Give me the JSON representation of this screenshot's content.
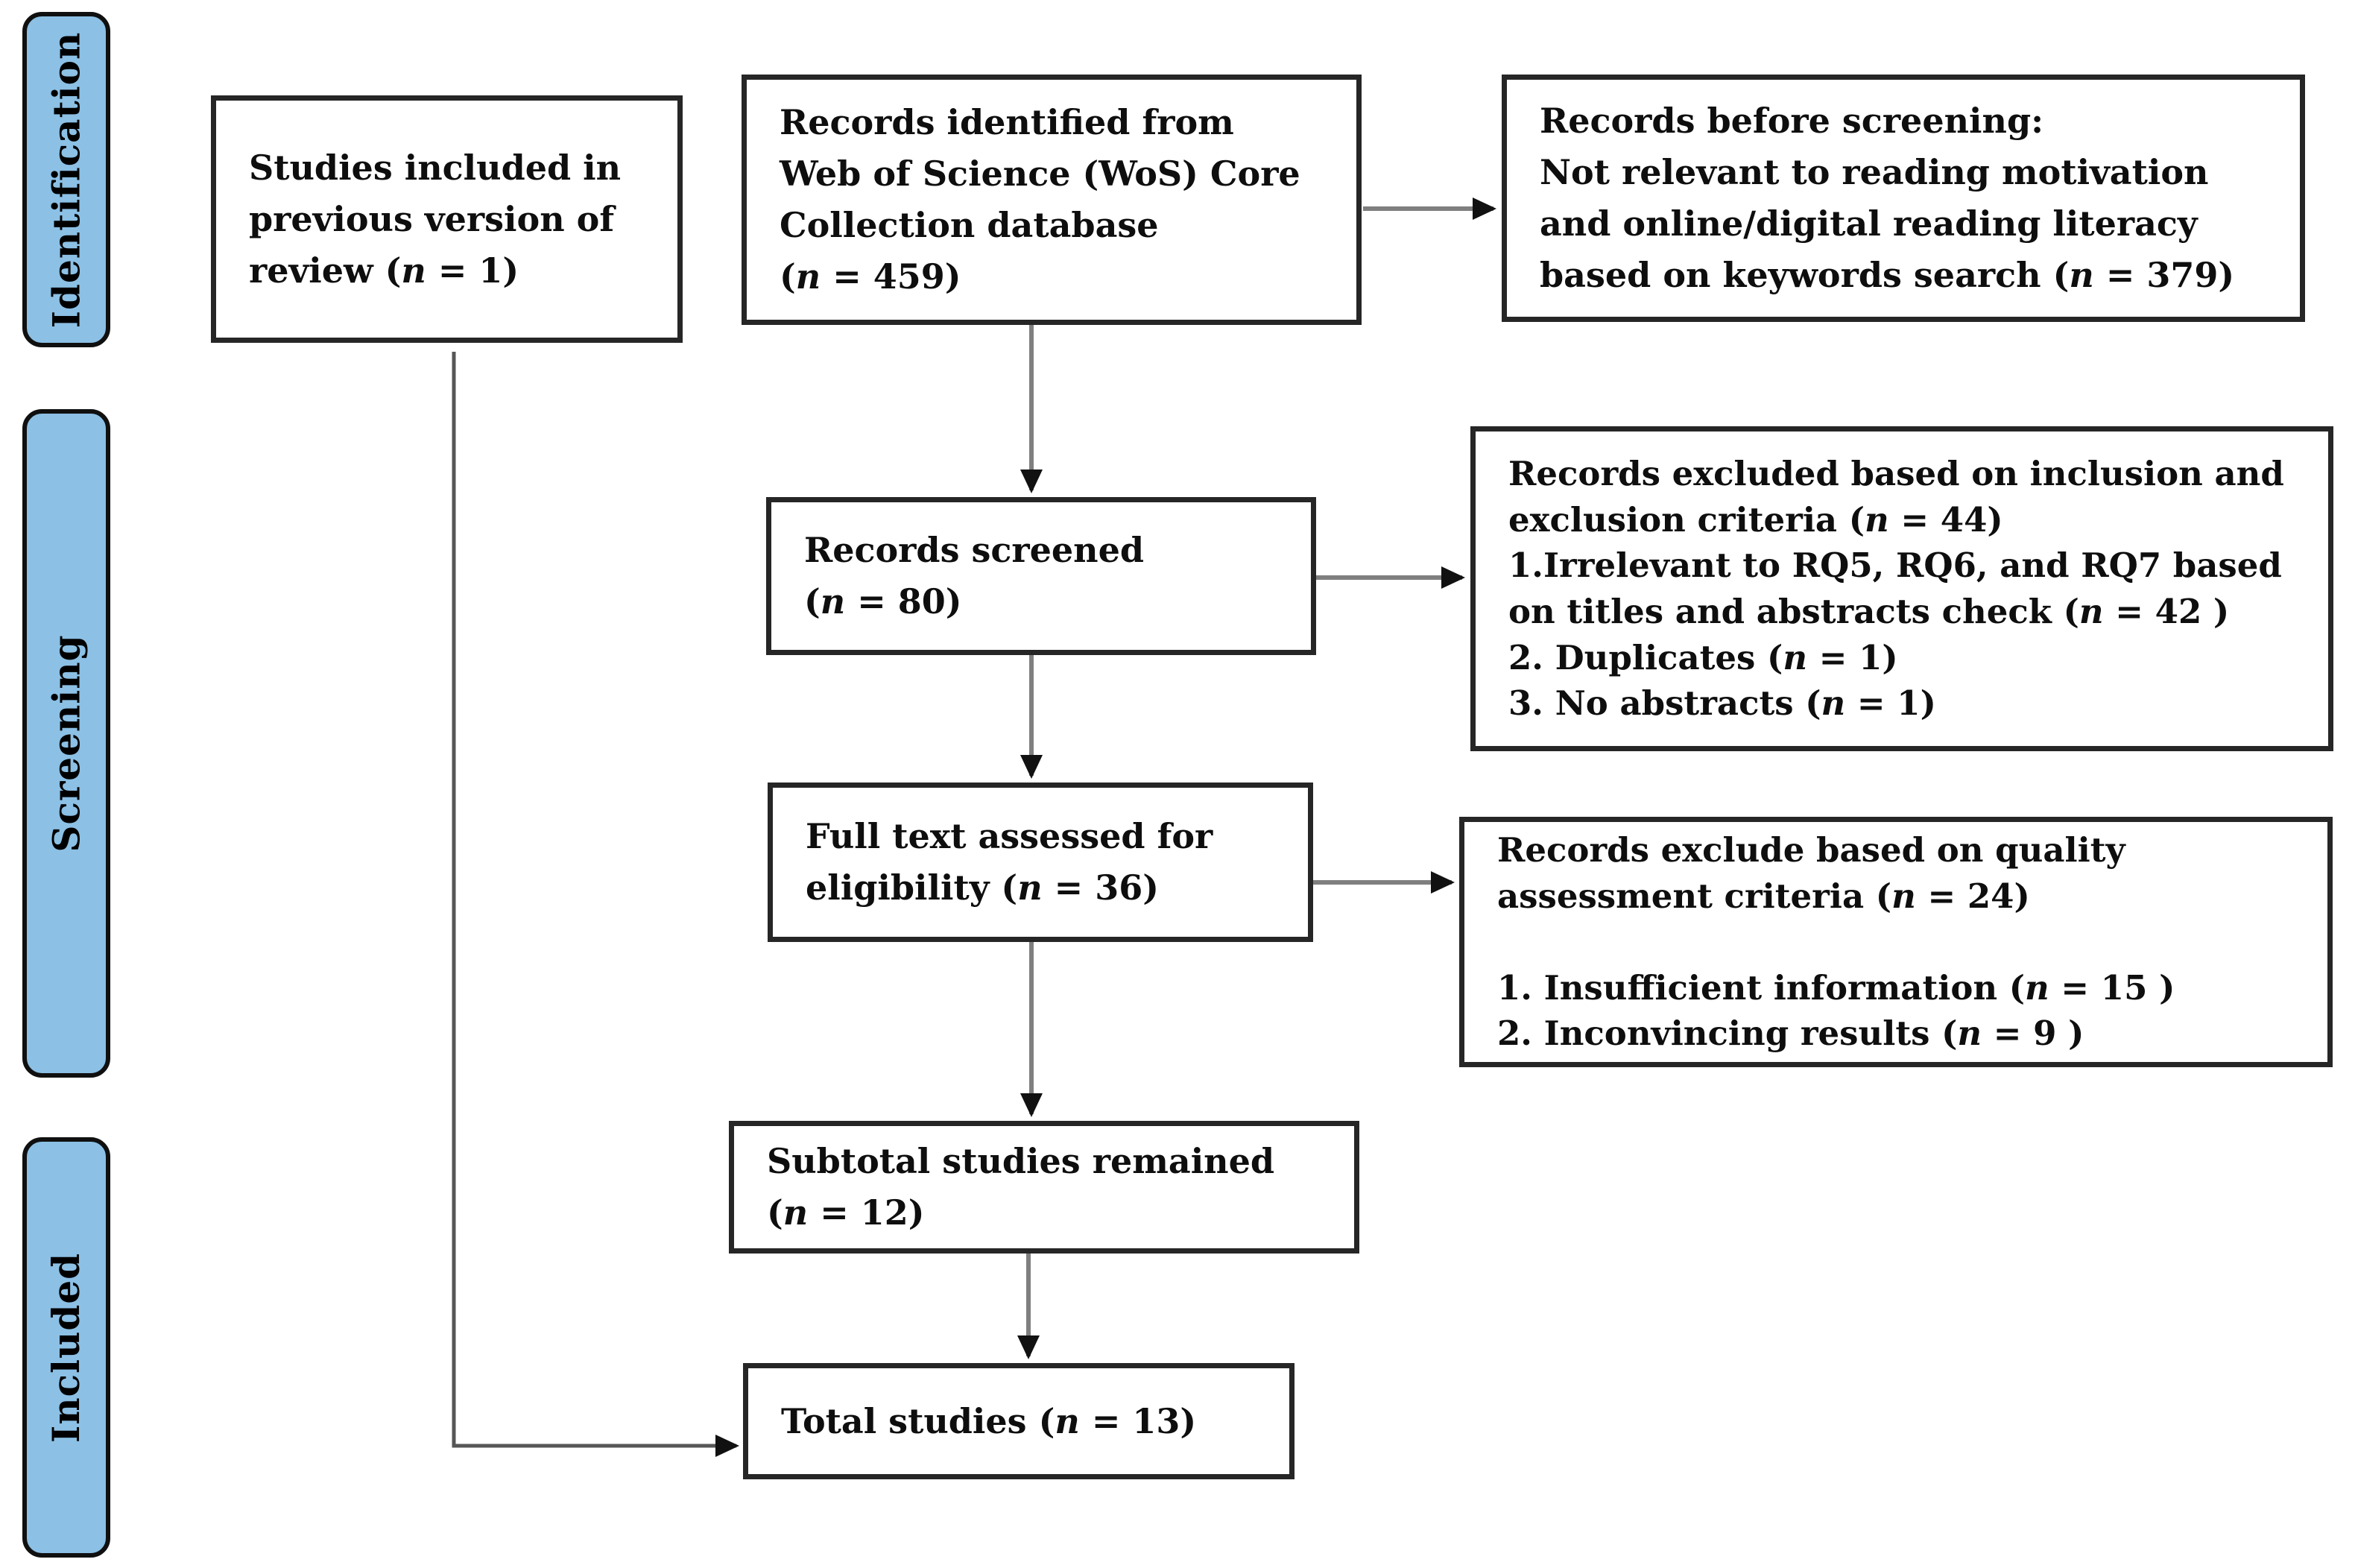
{
  "diagram": {
    "title": "Study selection flow diagram",
    "stage_color": "#8cc0e5",
    "stage_labels": [
      {
        "id": "identification",
        "label": "Identification"
      },
      {
        "id": "screening",
        "label": "Screening"
      },
      {
        "id": "included",
        "label": "Included"
      }
    ],
    "boxes": [
      {
        "id": "previous-studies",
        "lines": [
          "Studies included in",
          "previous version of",
          "review (n = 1)"
        ]
      },
      {
        "id": "records-identified",
        "lines": [
          "Records identified from",
          "Web of Science (WoS) Core",
          "Collection database",
          " (n = 459)"
        ]
      },
      {
        "id": "records-before-screening",
        "lines": [
          "Records before screening:",
          "Not relevant to reading motivation",
          "and online/digital reading literacy",
          "based on keywords search (n = 379)"
        ]
      },
      {
        "id": "records-screened",
        "lines": [
          "Records screened",
          "(n = 80)"
        ]
      },
      {
        "id": "records-excluded-screening",
        "lines": [
          "Records excluded based on inclusion and",
          "exclusion criteria (n = 44)",
          "1.Irrelevant to RQ5, RQ6, and RQ7 based",
          "on titles and abstracts check (n = 42 )",
          "2. Duplicates (n = 1)",
          "3. No abstracts (n = 1)"
        ]
      },
      {
        "id": "full-text-assessed",
        "lines": [
          "Full text assessed for",
          "eligibility (n = 36)"
        ]
      },
      {
        "id": "records-excluded-quality",
        "lines": [
          "Records exclude based on quality",
          "assessment criteria (n = 24)",
          "",
          "1. Insufficient information (n = 15 )",
          "2. Inconvincing results (n = 9 )"
        ]
      },
      {
        "id": "subtotal-studies",
        "lines": [
          "Subtotal studies remained",
          " (n = 12)"
        ]
      },
      {
        "id": "total-studies",
        "lines": [
          "Total studies (n = 13)"
        ]
      }
    ],
    "line_color": "#7f7f7f",
    "elbow_line_color": "#565656",
    "arrowhead_color": "#111111"
  }
}
